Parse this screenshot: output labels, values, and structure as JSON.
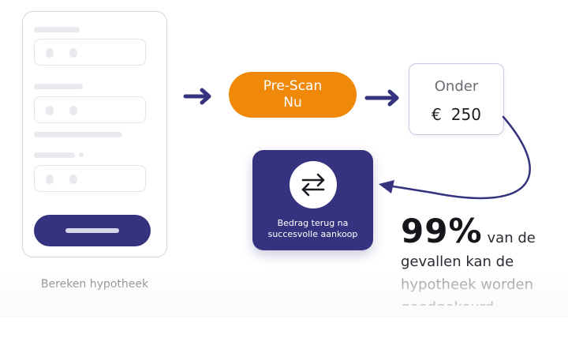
{
  "form": {
    "caption": "Bereken hypotheek"
  },
  "prescan": {
    "line1": "Pre-Scan",
    "line2": "Nu"
  },
  "under_box": {
    "label": "Onder",
    "currency": "€",
    "amount": "250"
  },
  "refund_card": {
    "icon": "swap-arrows-icon",
    "line1": "Bedrag terug na",
    "line2": "succesvolle aankoop"
  },
  "stat": {
    "percent": "99%",
    "line1": "van de",
    "line2": "gevallen kan de",
    "line3": "hypotheek worden",
    "line4": "goedgekeurd"
  },
  "colors": {
    "navy": "#35337f",
    "orange": "#f0890a"
  }
}
